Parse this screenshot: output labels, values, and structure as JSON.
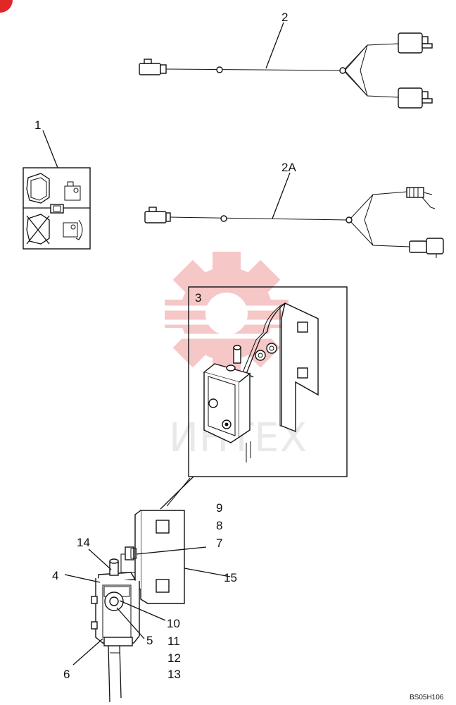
{
  "callouts": {
    "c1": "1",
    "c2": "2",
    "c2a": "2A",
    "c3": "3",
    "c4": "4",
    "c5": "5",
    "c6": "6",
    "c7": "7",
    "c8": "8",
    "c9": "9",
    "c10": "10",
    "c11": "11",
    "c12": "12",
    "c13": "13",
    "c14": "14",
    "c15": "15"
  },
  "watermark": {
    "text": "ИНТЕХ",
    "color": "#f3b9b9"
  },
  "figure_code": "BS05H106"
}
